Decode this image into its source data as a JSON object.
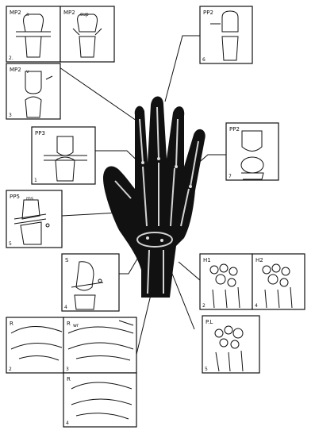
{
  "figure": {
    "panels": [
      {
        "id": "mp2-left",
        "label": "MP2",
        "sub": "a",
        "num": "2."
      },
      {
        "id": "mp2-right",
        "label": "MP2",
        "sub": "sup",
        "num": ""
      },
      {
        "id": "mp2-lower",
        "label": "MP2",
        "sub": "v",
        "num": "3"
      },
      {
        "id": "pp3",
        "label": "PP3",
        "sub": "",
        "num": "1"
      },
      {
        "id": "pp5-top",
        "label": "PP2",
        "sub": "",
        "num": "6"
      },
      {
        "id": "pp3-right",
        "label": "PP2",
        "sub": "",
        "num": "7"
      },
      {
        "id": "pp5",
        "label": "PP5",
        "sub": "ms",
        "num": "5"
      },
      {
        "id": "s-panel",
        "label": "S",
        "sub": "",
        "num": "4"
      },
      {
        "id": "h1",
        "label": "H1",
        "sub": "",
        "num": "2"
      },
      {
        "id": "h2",
        "label": "H2",
        "sub": "",
        "num": "4"
      },
      {
        "id": "pl-panel",
        "label": "P.L",
        "sub": "",
        "num": "5"
      },
      {
        "id": "r-left",
        "label": "R",
        "sub": "",
        "num": "2"
      },
      {
        "id": "r-mid",
        "label": "R",
        "sub": "wr",
        "num": "3"
      },
      {
        "id": "r-bottom",
        "label": "R",
        "sub": "",
        "num": "4"
      }
    ]
  }
}
